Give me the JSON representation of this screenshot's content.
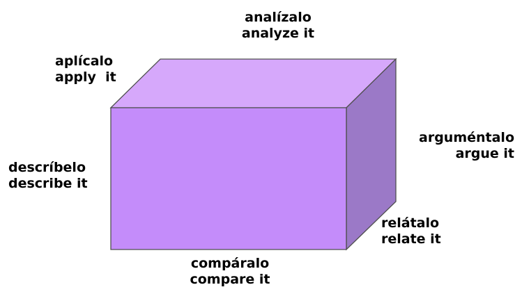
{
  "colors": {
    "front_face": "#c48cfa",
    "top_face": "#d6a8fb",
    "side_face": "#9b79c7",
    "edge": "#4f4f4f",
    "text": "#000000"
  },
  "labels": {
    "top": {
      "spanish": "analízalo",
      "english": "analyze it"
    },
    "top_left": {
      "spanish": "aplícalo",
      "english": "apply  it"
    },
    "left": {
      "spanish": "descríbelo",
      "english": "describe it"
    },
    "right": {
      "spanish": "arguméntalo",
      "english": "argue it"
    },
    "bottom_right": {
      "spanish": "relátalo",
      "english": "relate it"
    },
    "bottom": {
      "spanish": "compáralo",
      "english": "compare it"
    }
  }
}
